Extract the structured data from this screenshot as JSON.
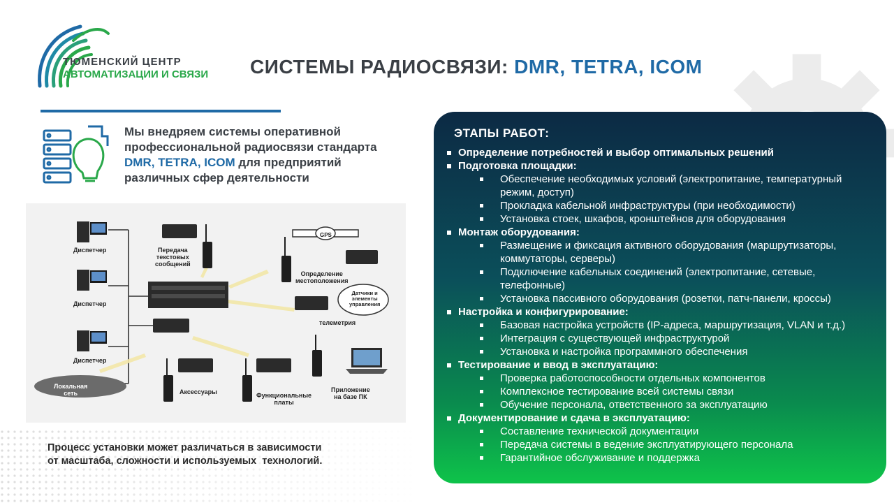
{
  "logo": {
    "line1": "ТЮМЕНСКИЙ ЦЕНТР",
    "line2": "АВТОМАТИЗАЦИИ И СВЯЗИ"
  },
  "title": {
    "part1": "СИСТЕМЫ РАДИОСВЯЗИ:",
    "part2": "DMR, TETRA, ICOM"
  },
  "intro": {
    "line1": "Мы внедряем системы оперативной",
    "line2": "профессиональной радиосвязи стандарта",
    "highlight": "DMR, TETRA, ICOM",
    "line3_rest": " для предприятий",
    "line4": "различных сфер деятельности"
  },
  "diagram": {
    "labels": {
      "dispatcher": "Диспетчер",
      "text_messages": "Передача\nтекстовых\nсообщений",
      "gps": "GPS",
      "location": "Определение\nместоположения",
      "sensors": "Датчики и\nэлементы\nуправления",
      "telemetry": "телеметрия",
      "accessories": "Аксессуары",
      "functional_boards": "Функциональные\nплаты",
      "pc_app": "Приложение\nна базе ПК",
      "local_network": "Локальная\nсеть"
    }
  },
  "note": {
    "line1": "Процесс установки может различаться в зависимости",
    "line2": "от масштаба, сложности и используемых  технологий."
  },
  "panel": {
    "title": "ЭТАПЫ РАБОТ:",
    "steps": [
      {
        "title": "Определение потребностей и выбор оптимальных решений",
        "items": []
      },
      {
        "title": "Подготовка площадки:",
        "items": [
          "Обеспечение необходимых условий (электропитание, температурный режим, доступ)",
          "Прокладка кабельной инфраструктуры (при необходимости)",
          "Установка стоек, шкафов, кронштейнов для оборудования"
        ]
      },
      {
        "title": "Монтаж оборудования:",
        "items": [
          "Размещение и фиксация активного оборудования (маршрутизаторы, коммутаторы, серверы)",
          "Подключение кабельных соединений (электропитание, сетевые, телефонные)",
          "Установка пассивного оборудования (розетки, патч-панели, кроссы)"
        ]
      },
      {
        "title": "Настройка и конфигурирование:",
        "items": [
          "Базовая настройка устройств (IP-адреса, маршрутизация,  VLAN и т.д.)",
          "Интеграция с существующей инфраструктурой",
          "Установка и настройка программного обеспечения"
        ]
      },
      {
        "title": "Тестирование и ввод в эксплуатацию:",
        "items": [
          "Проверка работоспособности отдельных компонентов",
          "Комплексное тестирование всей системы связи",
          "Обучение персонала, ответственного за эксплуатацию"
        ]
      },
      {
        "title": "Документирование и сдача в эксплуатацию:",
        "items": [
          "Составление технической документации",
          "Передача системы в ведение эксплуатирующего персонала",
          "Гарантийное обслуживание и поддержка"
        ]
      }
    ]
  },
  "colors": {
    "brand_blue": "#1f6aa6",
    "brand_green": "#2aa84a",
    "text_dark": "#3a3f45"
  }
}
